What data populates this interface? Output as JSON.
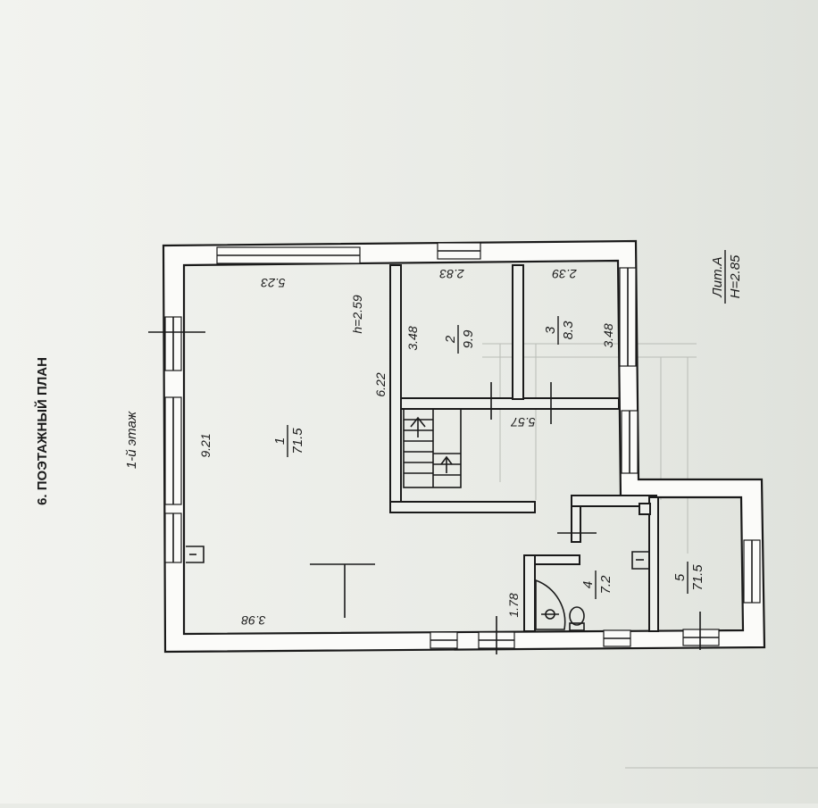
{
  "section_title": "6. ПОЭТАЖНЫЙ ПЛАН",
  "floor_label": "1-й этаж",
  "liter": "Лит.А",
  "height_total": "H=2.85",
  "room_height": "h=2.59",
  "rooms": [
    {
      "number": "1",
      "area": "71.5"
    },
    {
      "number": "2",
      "area": "9.9"
    },
    {
      "number": "3",
      "area": "8.3"
    },
    {
      "number": "4",
      "area": "7.2"
    },
    {
      "number": "5",
      "area": "71.5"
    }
  ],
  "dimensions": {
    "r1_top": "5.23",
    "r1_left": "9.21",
    "r1_bottom": "3.98",
    "r1_right": "6.22",
    "r2_top": "2.83",
    "r2_side": "3.48",
    "r3_top": "2.39",
    "r3_side": "3.48",
    "hall": "5.57",
    "bath": "1.78"
  }
}
